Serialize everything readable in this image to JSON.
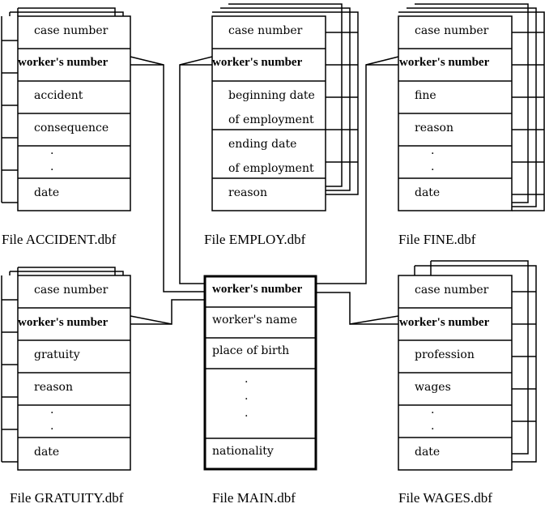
{
  "files": {
    "accident": {
      "caption": "File ACCIDENT.dbf",
      "fields": [
        "case number",
        "worker's number",
        "accident",
        "consequence",
        ".",
        ".",
        "date"
      ]
    },
    "employ": {
      "caption": "File EMPLOY.dbf",
      "fields": [
        "case number",
        "worker's number",
        "beginning date",
        "of employment",
        "ending date",
        "of employment",
        "reason"
      ]
    },
    "fine": {
      "caption": "File FINE.dbf",
      "fields": [
        "case number",
        "worker's number",
        "fine",
        "reason",
        ".",
        ".",
        "date"
      ]
    },
    "gratuity": {
      "caption": "File GRATUITY.dbf",
      "fields": [
        "case number",
        "worker's number",
        "gratuity",
        "reason",
        ".",
        ".",
        "date"
      ]
    },
    "main": {
      "caption": "File MAIN.dbf",
      "fields": [
        "worker's number",
        "worker's name",
        "place of birth",
        ".",
        ".",
        ".",
        "nationality"
      ]
    },
    "wages": {
      "caption": "File WAGES.dbf",
      "fields": [
        "case number",
        "worker's number",
        "profession",
        "wages",
        ".",
        ".",
        "date"
      ]
    }
  }
}
